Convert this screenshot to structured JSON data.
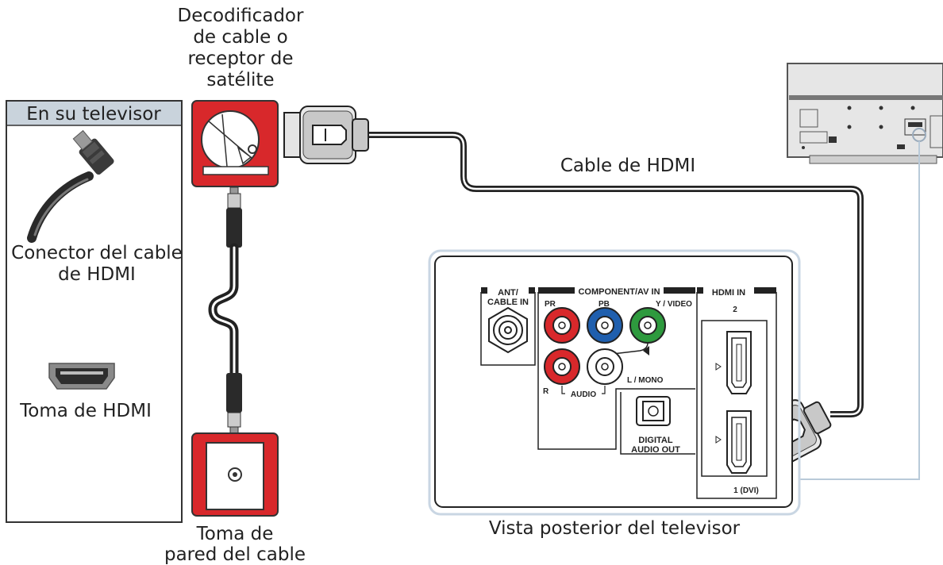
{
  "legend": {
    "header": "En su televisor",
    "hdmi_connector_line1": "Conector del cable",
    "hdmi_connector_line2": "de HDMI",
    "hdmi_jack": "Toma de HDMI"
  },
  "labels": {
    "box_line1": "Decodificador",
    "box_line2": "de cable o",
    "box_line3": "receptor de",
    "box_line4": "satélite",
    "cable": "Cable de HDMI",
    "wall_line1": "Toma de",
    "wall_line2": "pared del cable",
    "rear_view": "Vista posterior del televisor"
  },
  "panel": {
    "ant_line1": "ANT/",
    "ant_line2": "CABLE IN",
    "component": "COMPONENT/AV IN",
    "pr": "PR",
    "pb": "PB",
    "yvideo": "Y / VIDEO",
    "lmono": "L / MONO",
    "r": "R",
    "audio": "AUDIO",
    "digital_line1": "DIGITAL",
    "digital_line2": "AUDIO OUT",
    "hdmi_in": "HDMI IN",
    "port2": "2",
    "port1": "1 (DVI)"
  },
  "colors": {
    "red": "#d8282b",
    "blue": "#1f5fae",
    "green": "#2e9a3e",
    "panel_border": "#c9d6e3",
    "header_bg": "#c9d3dc"
  }
}
